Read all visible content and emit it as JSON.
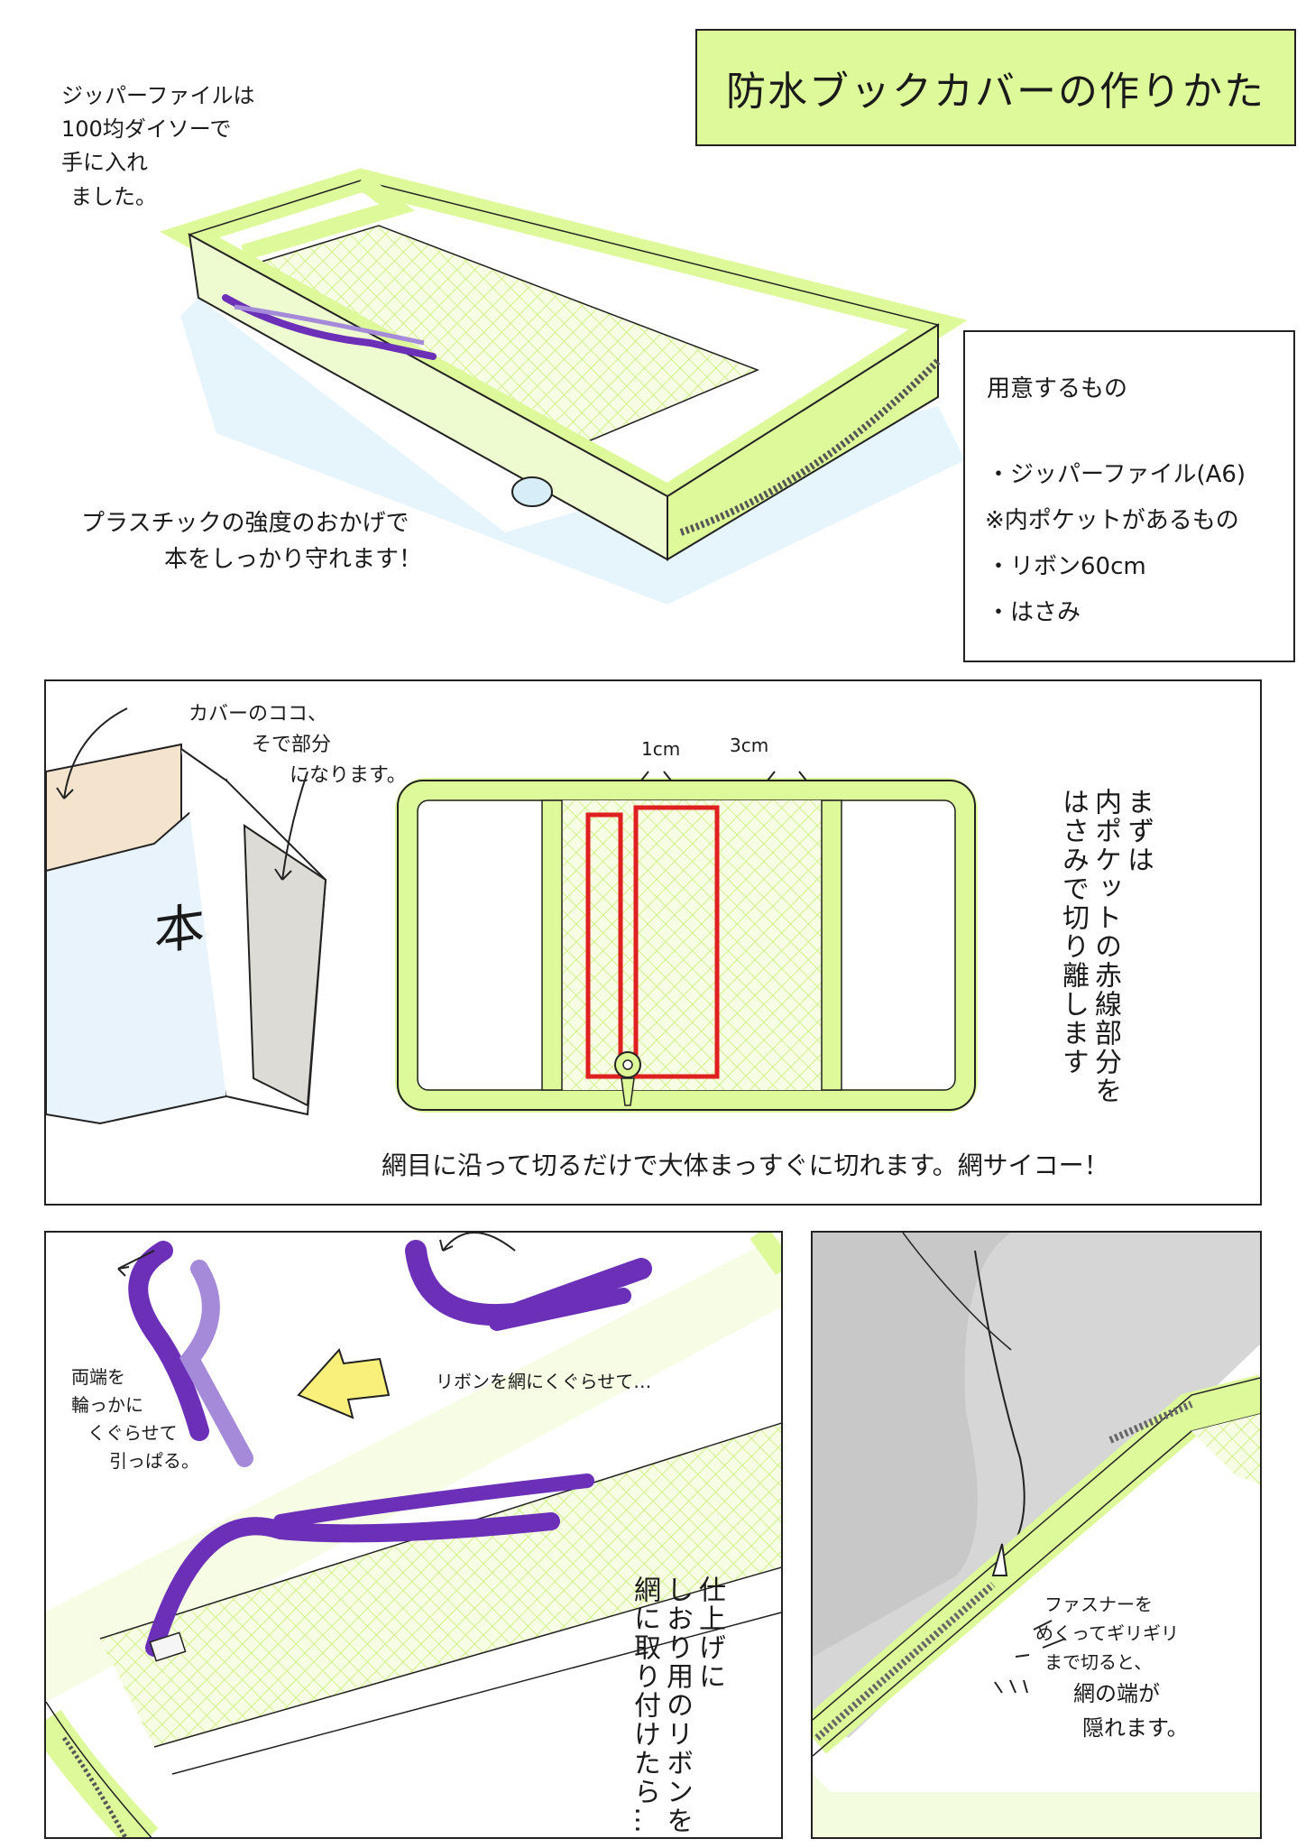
{
  "title": "防水ブックカバーの作りかた",
  "top_note": [
    "ジッパーファイルは",
    "100均ダイソーで",
    "手に入れ",
    "ました。"
  ],
  "strength_note": [
    "プラスチックの強度のおかげで",
    "本をしっかり守れます！"
  ],
  "supplies": {
    "heading": "用意するもの",
    "items": [
      "・ジッパーファイル(A6)",
      "※内ポケットがあるもの",
      "・リボン60cm",
      "・はさみ"
    ]
  },
  "step1": {
    "cover_note": [
      "カバーのココ、",
      "そで部分",
      "になります。"
    ],
    "book_label": "本",
    "dim_1": "1cm",
    "dim_3": "3cm",
    "instruction": [
      "まずは",
      "内ポケットの赤線部分を",
      "はさみで切り離します"
    ],
    "caption": "網目に沿って切るだけで大体まっすぐに切れます。網サイコー！"
  },
  "step2": {
    "loop_note": [
      "両端を",
      "輪っかに",
      "くぐらせて",
      "引っぱる。"
    ],
    "thread_note": "リボンを網にくぐらせて…",
    "finish": [
      "仕上げに",
      "しおり用のリボンを",
      "網に取り付けたら…"
    ]
  },
  "step3": {
    "note": [
      "ファスナーを",
      "めくってギリギリ",
      "まで切ると、",
      "網の端が",
      "隠れます。"
    ]
  },
  "colors": {
    "lime": "#ddf99a",
    "lime_line": "#c9ee70",
    "red": "#e02020",
    "ribbon": "#6b2fb8",
    "ribbon_light": "#a48ad9",
    "gray": "#d6d6d6"
  }
}
